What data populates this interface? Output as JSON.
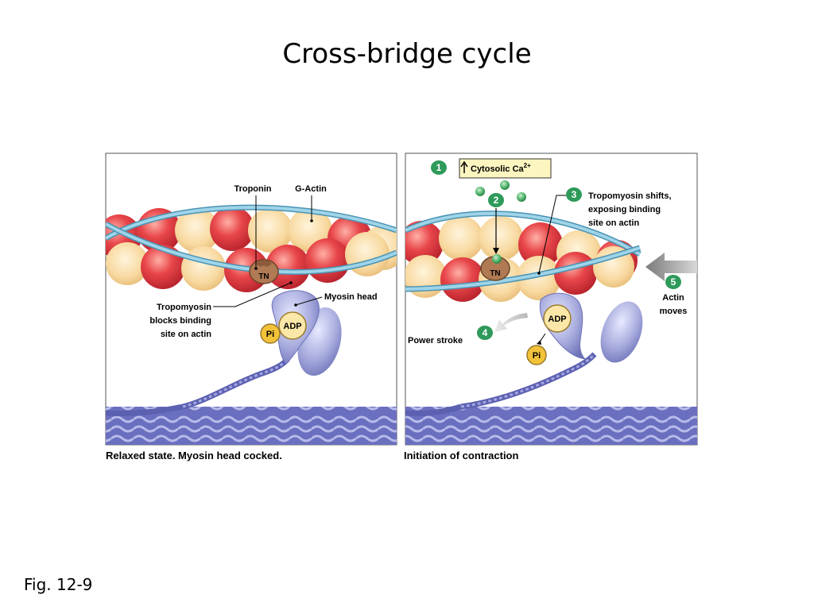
{
  "title": "Cross-bridge cycle",
  "figure_label": "Fig. 12-9",
  "left_panel": {
    "caption": "Relaxed state. Myosin head cocked.",
    "labels": {
      "troponin": "Troponin",
      "g_actin": "G-Actin",
      "tn": "TN",
      "myosin_head": "Myosin head",
      "tropomyosin_line1": "Tropomyosin",
      "tropomyosin_line2": "blocks binding",
      "tropomyosin_line3": "site on actin",
      "adp": "ADP",
      "pi": "Pi"
    }
  },
  "right_panel": {
    "caption": "Initiation of contraction",
    "steps": [
      {
        "number": "1",
        "lines": [
          "Cytosolic Ca"
        ],
        "superscript": "2+"
      },
      {
        "number": "2",
        "lines": []
      },
      {
        "number": "3",
        "lines": [
          "Tropomyosin shifts,",
          "exposing binding",
          "site on actin"
        ]
      },
      {
        "number": "4",
        "lines": [
          "Power stroke"
        ]
      },
      {
        "number": "5",
        "lines": [
          "Actin",
          "moves"
        ]
      }
    ],
    "labels": {
      "tn": "TN",
      "adp": "ADP",
      "pi": "Pi"
    }
  },
  "colors": {
    "actin_red": "#e8464a",
    "actin_cream": "#f8d9a0",
    "tropomyosin": "#7ec3dd",
    "troponin": "#b07a55",
    "myosin": "#8e93d0",
    "thick_filament": "#6a6fbf",
    "step_badge": "#2e9a5a",
    "calcium": "#4fb26a",
    "adp_fill": "#fbe7a8",
    "pi_fill": "#f3c23a",
    "ca_box": "#fdf5c0"
  }
}
